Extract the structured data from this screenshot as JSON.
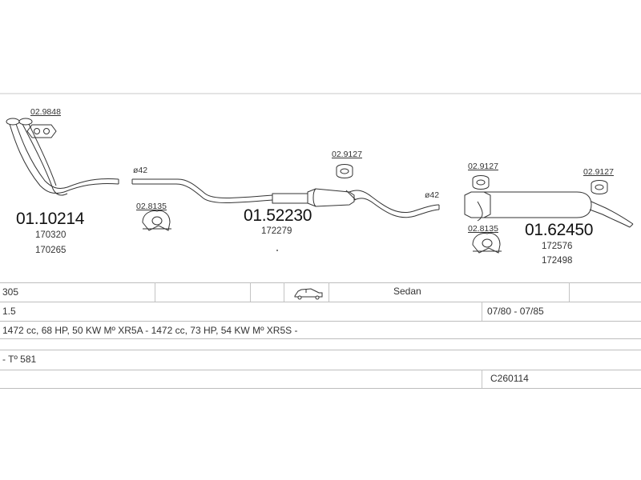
{
  "parts": {
    "front_pipe": {
      "number": "01.10214",
      "refs": [
        "170320",
        "170265"
      ]
    },
    "middle_silencer": {
      "number": "01.52230",
      "refs": [
        "172279"
      ]
    },
    "rear_silencer": {
      "number": "01.62450",
      "refs": [
        "172576",
        "172498"
      ]
    },
    "small": {
      "gasket_front": "02.9848",
      "ring_left": "02.8135",
      "hanger_middle": "02.9127",
      "hanger_rear_top": "02.9127",
      "ring_rear": "02.8135",
      "hanger_tail": "02.9127"
    },
    "diameters": {
      "left": "ø42",
      "right": "ø42"
    }
  },
  "vehicle": {
    "model": "305",
    "body": "Sedan",
    "engine": "1.5",
    "years": "07/80 - 07/85",
    "engines": "1472 cc, 68 HP, 50 KW Mº XR5A - 1472 cc, 73 HP, 54 KW Mº XR5S -",
    "type": "- Tº 581",
    "code": "C260114"
  },
  "icons": {
    "body_type": "car-sedan-icon"
  }
}
